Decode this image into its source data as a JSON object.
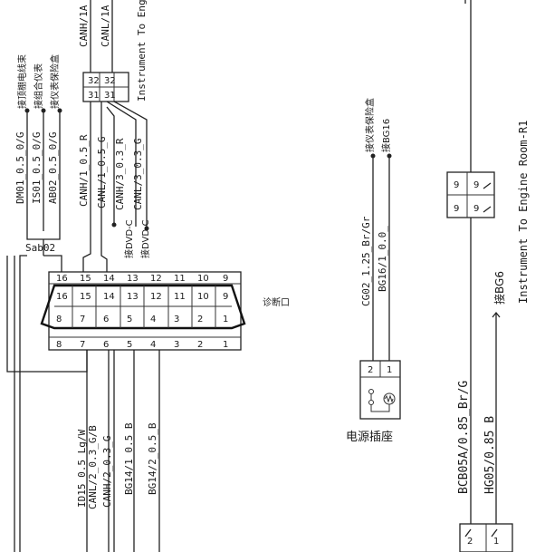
{
  "top_wires": {
    "canh": "CANH/1A",
    "canl": "CANL/1A"
  },
  "top_conn": {
    "title": "Instrument To Engine",
    "pins_top": [
      "32",
      "32"
    ],
    "pins_bottom": [
      "31",
      "31"
    ]
  },
  "left_notes": [
    "接顶棚电线束",
    "接组合仪表",
    "接仪表保险盒"
  ],
  "left_wires": [
    "DM01_0.5_0/G",
    "IS01_0.5_0/G",
    "AB02_0.5_0/G"
  ],
  "mid_wires": [
    "CANH/1_0.5_R",
    "CANL/1_0.5_G",
    "CANH/3_0.3_R",
    "CANL/3_0.3_G"
  ],
  "dvd": [
    "接DVD-C",
    "接DVD-C"
  ],
  "splice": "Sab02",
  "obd": {
    "label": "诊断口",
    "top_row": [
      "16",
      "15",
      "14",
      "13",
      "12",
      "11",
      "10",
      "9"
    ],
    "bottom_row": [
      "8",
      "7",
      "6",
      "5",
      "4",
      "3",
      "2",
      "1"
    ]
  },
  "bottom_wires": [
    "ID15_0.5_Lg/W",
    "CANL/2_0.3_G/B",
    "CANH/2_0.3_G",
    "BG14/1_0.5_B",
    "BG14/2_0.5_B"
  ],
  "power": {
    "notes": [
      "接仪表保险盒",
      "接BG16"
    ],
    "wires": [
      "CG02_1.25_Br/Gr",
      "BG16/1_0.0_"
    ],
    "pins": [
      "2",
      "1"
    ],
    "label": "电源插座"
  },
  "right_conn": {
    "pins": [
      "9",
      "9",
      "9",
      "9"
    ],
    "title": "Instrument To Engine Room-R1"
  },
  "bg6": "接BG6",
  "right_wires": [
    "BCB05A/0.85_Br/G",
    "HG05/0.85_B"
  ],
  "bottom_conn": {
    "pins": [
      "2",
      "1"
    ]
  },
  "colors": {
    "line": "#222222",
    "background": "#ffffff"
  }
}
